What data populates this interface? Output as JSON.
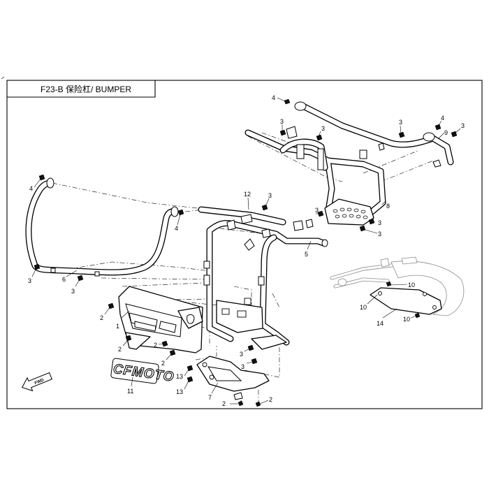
{
  "title": "F23-B 保险杠/ BUMPER",
  "logo_text": "CFMOTO",
  "direction_label": "FWD",
  "callouts": [
    {
      "id": "c4a",
      "label": "4"
    },
    {
      "id": "c3a",
      "label": "3"
    },
    {
      "id": "c3b",
      "label": "3"
    },
    {
      "id": "c3c",
      "label": "3"
    },
    {
      "id": "c4b",
      "label": "4"
    },
    {
      "id": "c9",
      "label": "9"
    },
    {
      "id": "c3d",
      "label": "3"
    },
    {
      "id": "c12",
      "label": "12"
    },
    {
      "id": "c3e",
      "label": "3"
    },
    {
      "id": "c8",
      "label": "8"
    },
    {
      "id": "c3f",
      "label": "3"
    },
    {
      "id": "c3g",
      "label": "3"
    },
    {
      "id": "c3h",
      "label": "3"
    },
    {
      "id": "c5",
      "label": "5"
    },
    {
      "id": "c4c",
      "label": "4"
    },
    {
      "id": "c4d",
      "label": "4"
    },
    {
      "id": "c3i",
      "label": "3"
    },
    {
      "id": "c6",
      "label": "6"
    },
    {
      "id": "c3j",
      "label": "3"
    },
    {
      "id": "c10a",
      "label": "10"
    },
    {
      "id": "c10b",
      "label": "10"
    },
    {
      "id": "c10c",
      "label": "10"
    },
    {
      "id": "c14",
      "label": "14"
    },
    {
      "id": "c2a",
      "label": "2"
    },
    {
      "id": "c1",
      "label": "1"
    },
    {
      "id": "c2b",
      "label": "2"
    },
    {
      "id": "c2c",
      "label": "2"
    },
    {
      "id": "c2d",
      "label": "2"
    },
    {
      "id": "c3k",
      "label": "3"
    },
    {
      "id": "c3l",
      "label": "3"
    },
    {
      "id": "c13a",
      "label": "13"
    },
    {
      "id": "c13b",
      "label": "13"
    },
    {
      "id": "c11",
      "label": "11"
    },
    {
      "id": "c7",
      "label": "7"
    },
    {
      "id": "c2e",
      "label": "2"
    },
    {
      "id": "c2f",
      "label": "2"
    }
  ]
}
